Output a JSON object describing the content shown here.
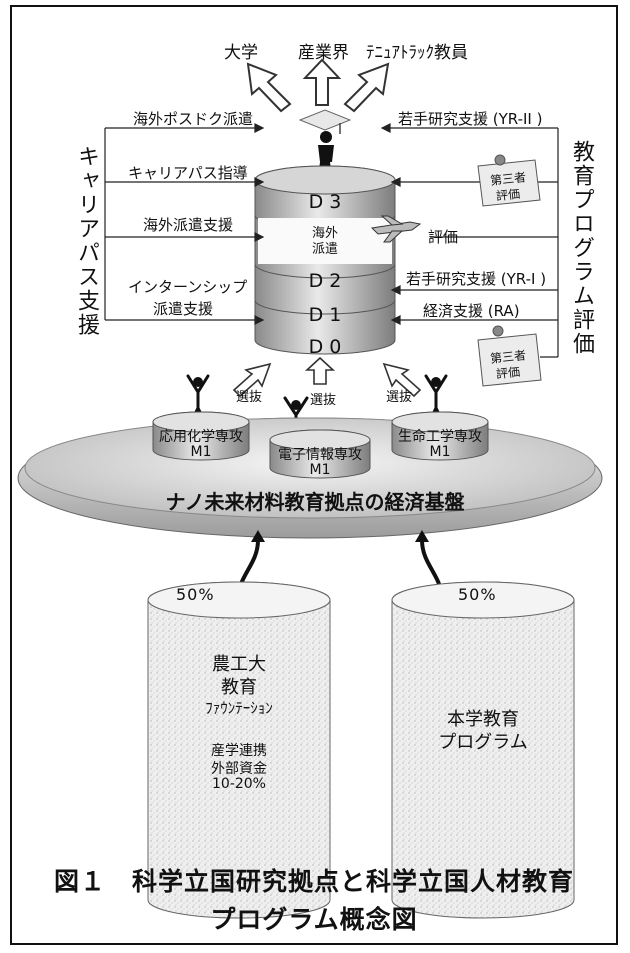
{
  "top_destinations": [
    "大学",
    "産業界",
    "ﾃﾆｭｱﾄﾗｯｸ教員"
  ],
  "left_side": {
    "title": "キャリアパス支援",
    "items": [
      "海外ポスドク派遣",
      "キャリアパス指導",
      "海外派遣支援",
      "インターンシップ",
      "派遣支援"
    ]
  },
  "right_side": {
    "title": "教育プログラム評価",
    "items": [
      "若手研究支援 (YR-II )",
      "評価",
      "若手研究支援 (YR-I )",
      "経済支援 (RA)"
    ],
    "third_party": [
      "第三者",
      "評価"
    ]
  },
  "stack_levels": [
    "D 3",
    "海外",
    "派遣",
    "D 2",
    "D 1",
    "D 0"
  ],
  "selection_label": "選抜",
  "majors": [
    {
      "name": "応用化学専攻",
      "year": "M1"
    },
    {
      "name": "電子情報専攻",
      "year": "M1"
    },
    {
      "name": "生命工学専攻",
      "year": "M1"
    }
  ],
  "plate_label": "ナノ未来材料教育拠点の経済基盤",
  "funding": [
    {
      "percent": "50%",
      "lines": [
        "農工大",
        "教育",
        "ﾌｧｳﾝﾃｰｼｮﾝ"
      ],
      "sub": [
        "産学連携",
        "外部資金",
        "10-20%"
      ]
    },
    {
      "percent": "50%",
      "lines": [
        "本学教育",
        "プログラム"
      ],
      "sub": []
    }
  ],
  "caption": [
    "図１　科学立国研究拠点と科学立国人材教育",
    "プログラム概念図"
  ]
}
